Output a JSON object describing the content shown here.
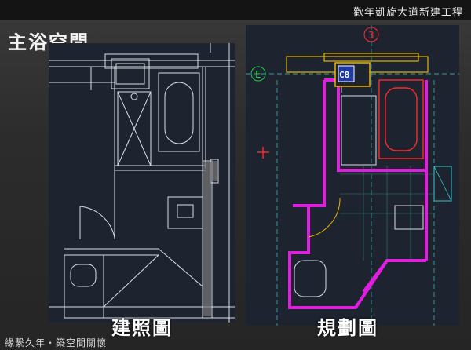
{
  "header": {
    "project_title": "歡年凱旋大道新建工程",
    "page_title": "主浴空間"
  },
  "panels": {
    "left_caption": "建照圖",
    "right_caption": "規劃圖"
  },
  "plan_labels": {
    "grid_top": "3",
    "grid_left": "E",
    "tag": "C8"
  },
  "footer": {
    "text": "緣繫久年・築空間關懷"
  },
  "colors": {
    "background": "#2c2c2c",
    "panel": "#1d2430",
    "line_white": "#d9dde6",
    "wall_magenta": "#e01ee0",
    "accent_red": "#ff2a2a",
    "grid_green": "#21c84a",
    "grid_cyan": "#38c7c7"
  }
}
